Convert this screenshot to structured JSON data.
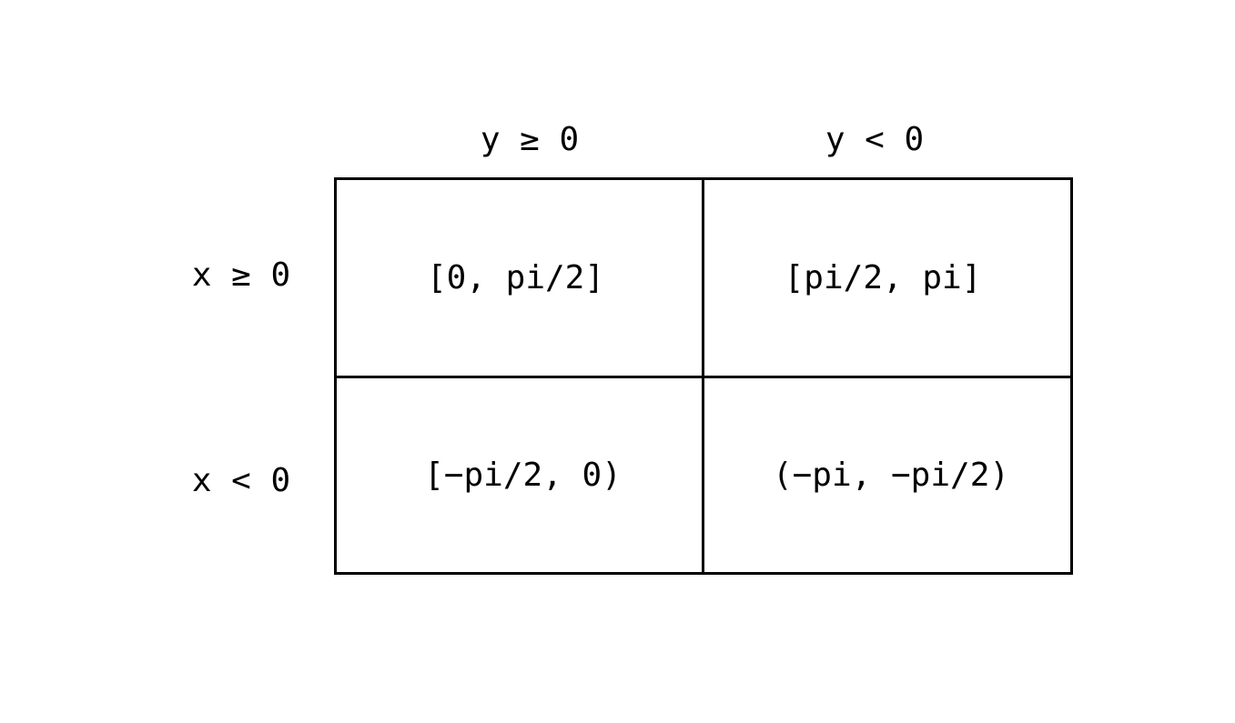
{
  "columns": [
    {
      "label": "y ≥ 0"
    },
    {
      "label": "y < 0"
    }
  ],
  "rows": [
    {
      "label": "x ≥ 0",
      "cells": [
        "[0, pi/2]",
        "[pi/2, pi]"
      ]
    },
    {
      "label": "x < 0",
      "cells": [
        "[−pi/2, 0)",
        "(−pi, −pi/2)"
      ]
    }
  ]
}
